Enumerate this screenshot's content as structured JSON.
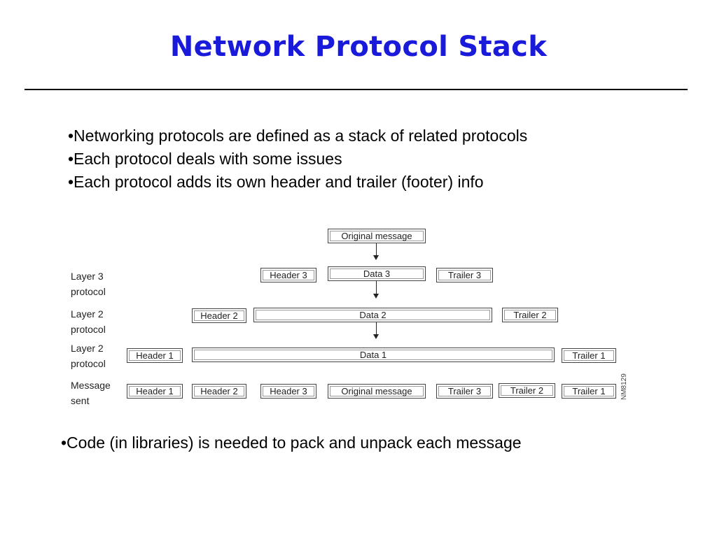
{
  "title": "Network Protocol Stack",
  "bullets": [
    "•Networking protocols are defined as a stack of related protocols",
    "•Each protocol deals with some issues",
    "•Each protocol adds its own header and trailer (footer) info"
  ],
  "bottom_bullet": "•Code (in libraries) is needed to pack and unpack each message",
  "diagram": {
    "original_message": "Original message",
    "rows": {
      "layer3": {
        "label": "Layer 3 protocol",
        "header": "Header 3",
        "data": "Data 3",
        "trailer": "Trailer 3"
      },
      "layer2": {
        "label": "Layer 2 protocol",
        "header": "Header 2",
        "data": "Data 2",
        "trailer": "Trailer 2"
      },
      "layer1": {
        "label_line1": "Layer 2",
        "label_line2": "protocol",
        "header": "Header 1",
        "data": "Data 1",
        "trailer": "Trailer 1"
      },
      "sent": {
        "label_line1": "Message",
        "label_line2": "sent",
        "cells": [
          "Header 1",
          "Header 2",
          "Header 3",
          "Original message",
          "Trailer 3",
          "Trailer 2",
          "Trailer 1"
        ]
      }
    },
    "figure_id": "NM8129"
  }
}
